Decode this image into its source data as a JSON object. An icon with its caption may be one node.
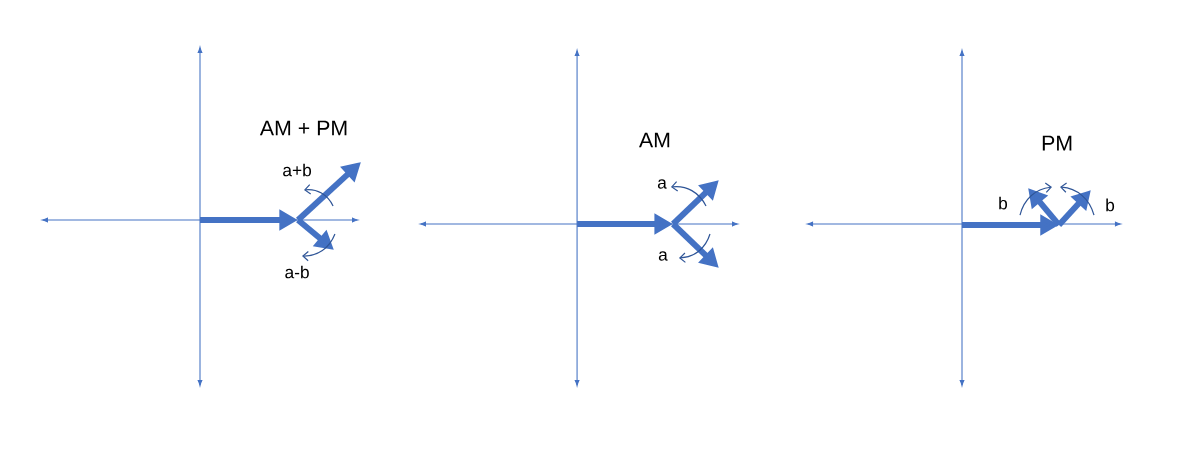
{
  "diagram": {
    "labels": [
      "AM + PM",
      "a+b",
      "a-b",
      "AM",
      "a",
      "a",
      "PM",
      "b",
      "b"
    ]
  }
}
